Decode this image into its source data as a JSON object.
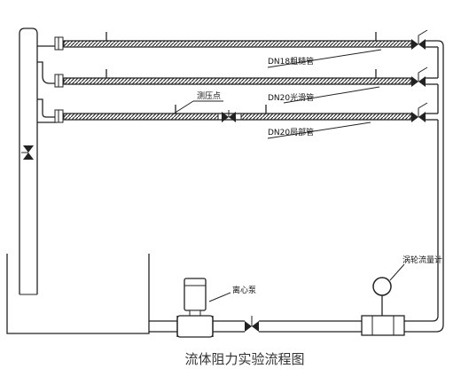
{
  "title": "流体阻力实验流程图",
  "labels": {
    "pipe_rough": "DN18粗糙管",
    "pipe_smooth": "DN20光滑管",
    "pipe_local": "DN20局部管",
    "pressure_point": "测压点",
    "pump": "离心泵",
    "flowmeter": "涡轮流量计"
  },
  "colors": {
    "line": "#222222",
    "background": "#ffffff"
  }
}
